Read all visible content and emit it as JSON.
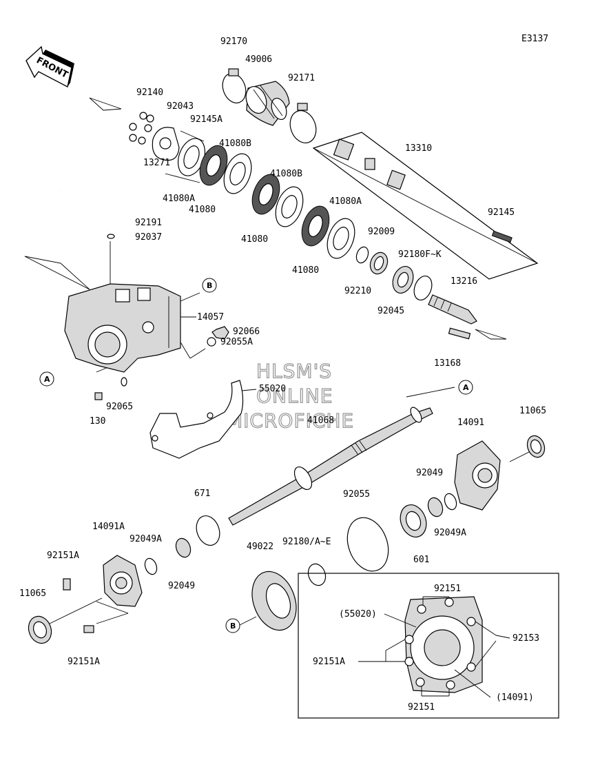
{
  "diagram_code": "E3137",
  "front_label": "FRONT",
  "watermark": [
    "HLSM'S",
    "ONLINE",
    "MICROFICHE"
  ],
  "parts": {
    "p92170": "92170",
    "p49006": "49006",
    "p92171": "92171",
    "p92140": "92140",
    "p92043": "92043",
    "p92145A": "92145A",
    "p13271": "13271",
    "p41080B_1": "41080B",
    "p41080A_1": "41080A",
    "p41080_1": "41080",
    "p41080B_2": "41080B",
    "p41080_2": "41080",
    "p41080A_2": "41080A",
    "p41080_3": "41080",
    "p13310": "13310",
    "p92009": "92009",
    "p92210": "92210",
    "p92180FK": "92180F~K",
    "p92045": "92045",
    "p92145": "92145",
    "p13216": "13216",
    "p13168": "13168",
    "p92191": "92191",
    "p92037": "92037",
    "p14057": "14057",
    "p92066": "92066",
    "p92055A": "92055A",
    "p55020": "55020",
    "p92065": "92065",
    "p130": "130",
    "p41068": "41068",
    "p14091": "14091",
    "p11065_r": "11065",
    "p92049_r": "92049",
    "p92049A_r": "92049A",
    "p671": "671",
    "p92055": "92055",
    "p601": "601",
    "p14091A": "14091A",
    "p92049A_l": "92049A",
    "p92151A_1": "92151A",
    "p92049_l": "92049",
    "p11065_l": "11065",
    "p92151A_2": "92151A",
    "p49022": "49022",
    "p92180AE": "92180/A~E",
    "inset_92151_top": "92151",
    "inset_55020": "(55020)",
    "inset_92153": "92153",
    "inset_92151A": "92151A",
    "inset_14091": "(14091)",
    "inset_92151_bot": "92151"
  },
  "callouts": {
    "A": "A",
    "B": "B"
  }
}
